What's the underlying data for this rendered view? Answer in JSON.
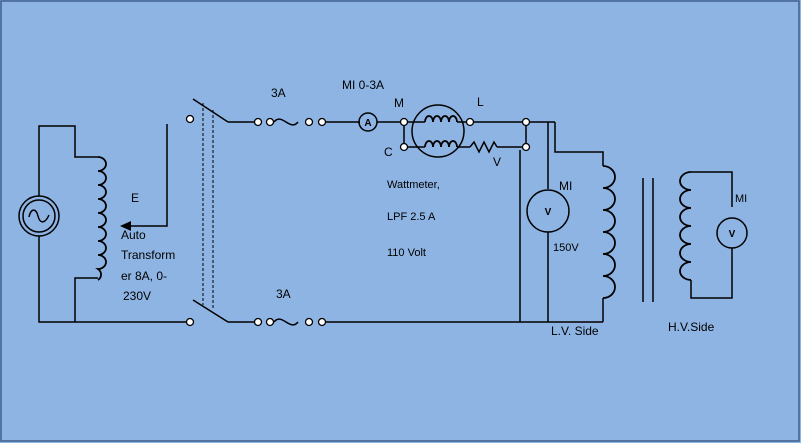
{
  "colors": {
    "background": "#8eb4e3",
    "wire": "#000000"
  },
  "labels": {
    "fuse_top": "3A",
    "fuse_bottom": "3A",
    "ammeter_type": "MI 0-3A",
    "ammeter_symbol": "A",
    "wm_m": "M",
    "wm_l": "L",
    "wm_c": "C",
    "wm_v": "V",
    "wattmeter_line1": "Wattmeter,",
    "wattmeter_line2": "LPF 2.5 A",
    "wattmeter_line3": "110 Volt",
    "autotransformer_tap": "E",
    "autotransformer_line1": "Auto",
    "autotransformer_line2": "Transform",
    "autotransformer_line3": "er 8A, 0-",
    "autotransformer_line4": "230V",
    "lv_voltmeter_type": "MI",
    "lv_voltmeter_symbol": "V",
    "lv_voltmeter_range": "150V",
    "hv_voltmeter_type": "MI",
    "hv_voltmeter_symbol": "V",
    "lv_side": "L.V. Side",
    "hv_side": "H.V.Side"
  }
}
